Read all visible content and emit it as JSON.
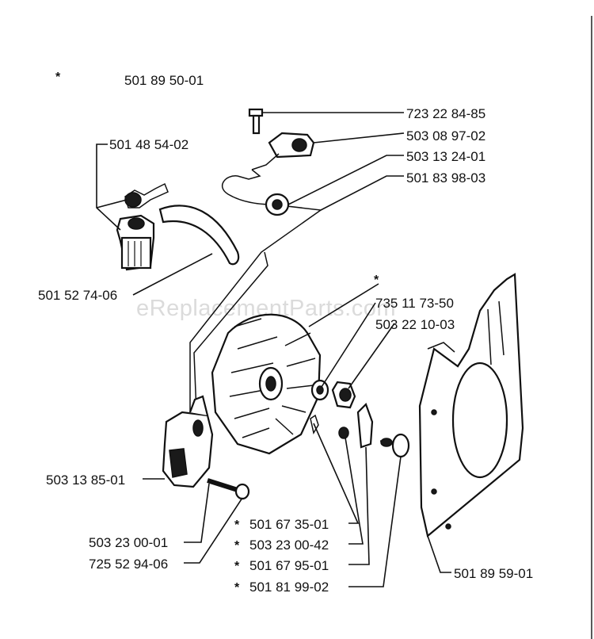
{
  "watermark": "eReplacementParts.com",
  "labels": {
    "kit_star": "*",
    "kit": "501 89 50-01",
    "screw_top": "723 22 84-85",
    "switch": "503 08 97-02",
    "grommet": "503 13 24-01",
    "wire": "501 83 98-03",
    "spark_cap": "501 48 54-02",
    "tube": "501 52 74-06",
    "flywheel_star": "*",
    "flywheel": "735 11 73-50",
    "nut": "503 22 10-03",
    "ignition": "503 13 85-01",
    "screw_a": "503 23 00-01",
    "screw_b": "725 52 94-06",
    "pawl_star": "*",
    "pawl": "501 67 35-01",
    "pawl_screw_star": "*",
    "pawl_screw": "503 23 00-42",
    "spring_star": "*",
    "spring": "501 67 95-01",
    "washer_star": "*",
    "washer": "501 81 99-02",
    "cover": "501 89 59-01"
  }
}
